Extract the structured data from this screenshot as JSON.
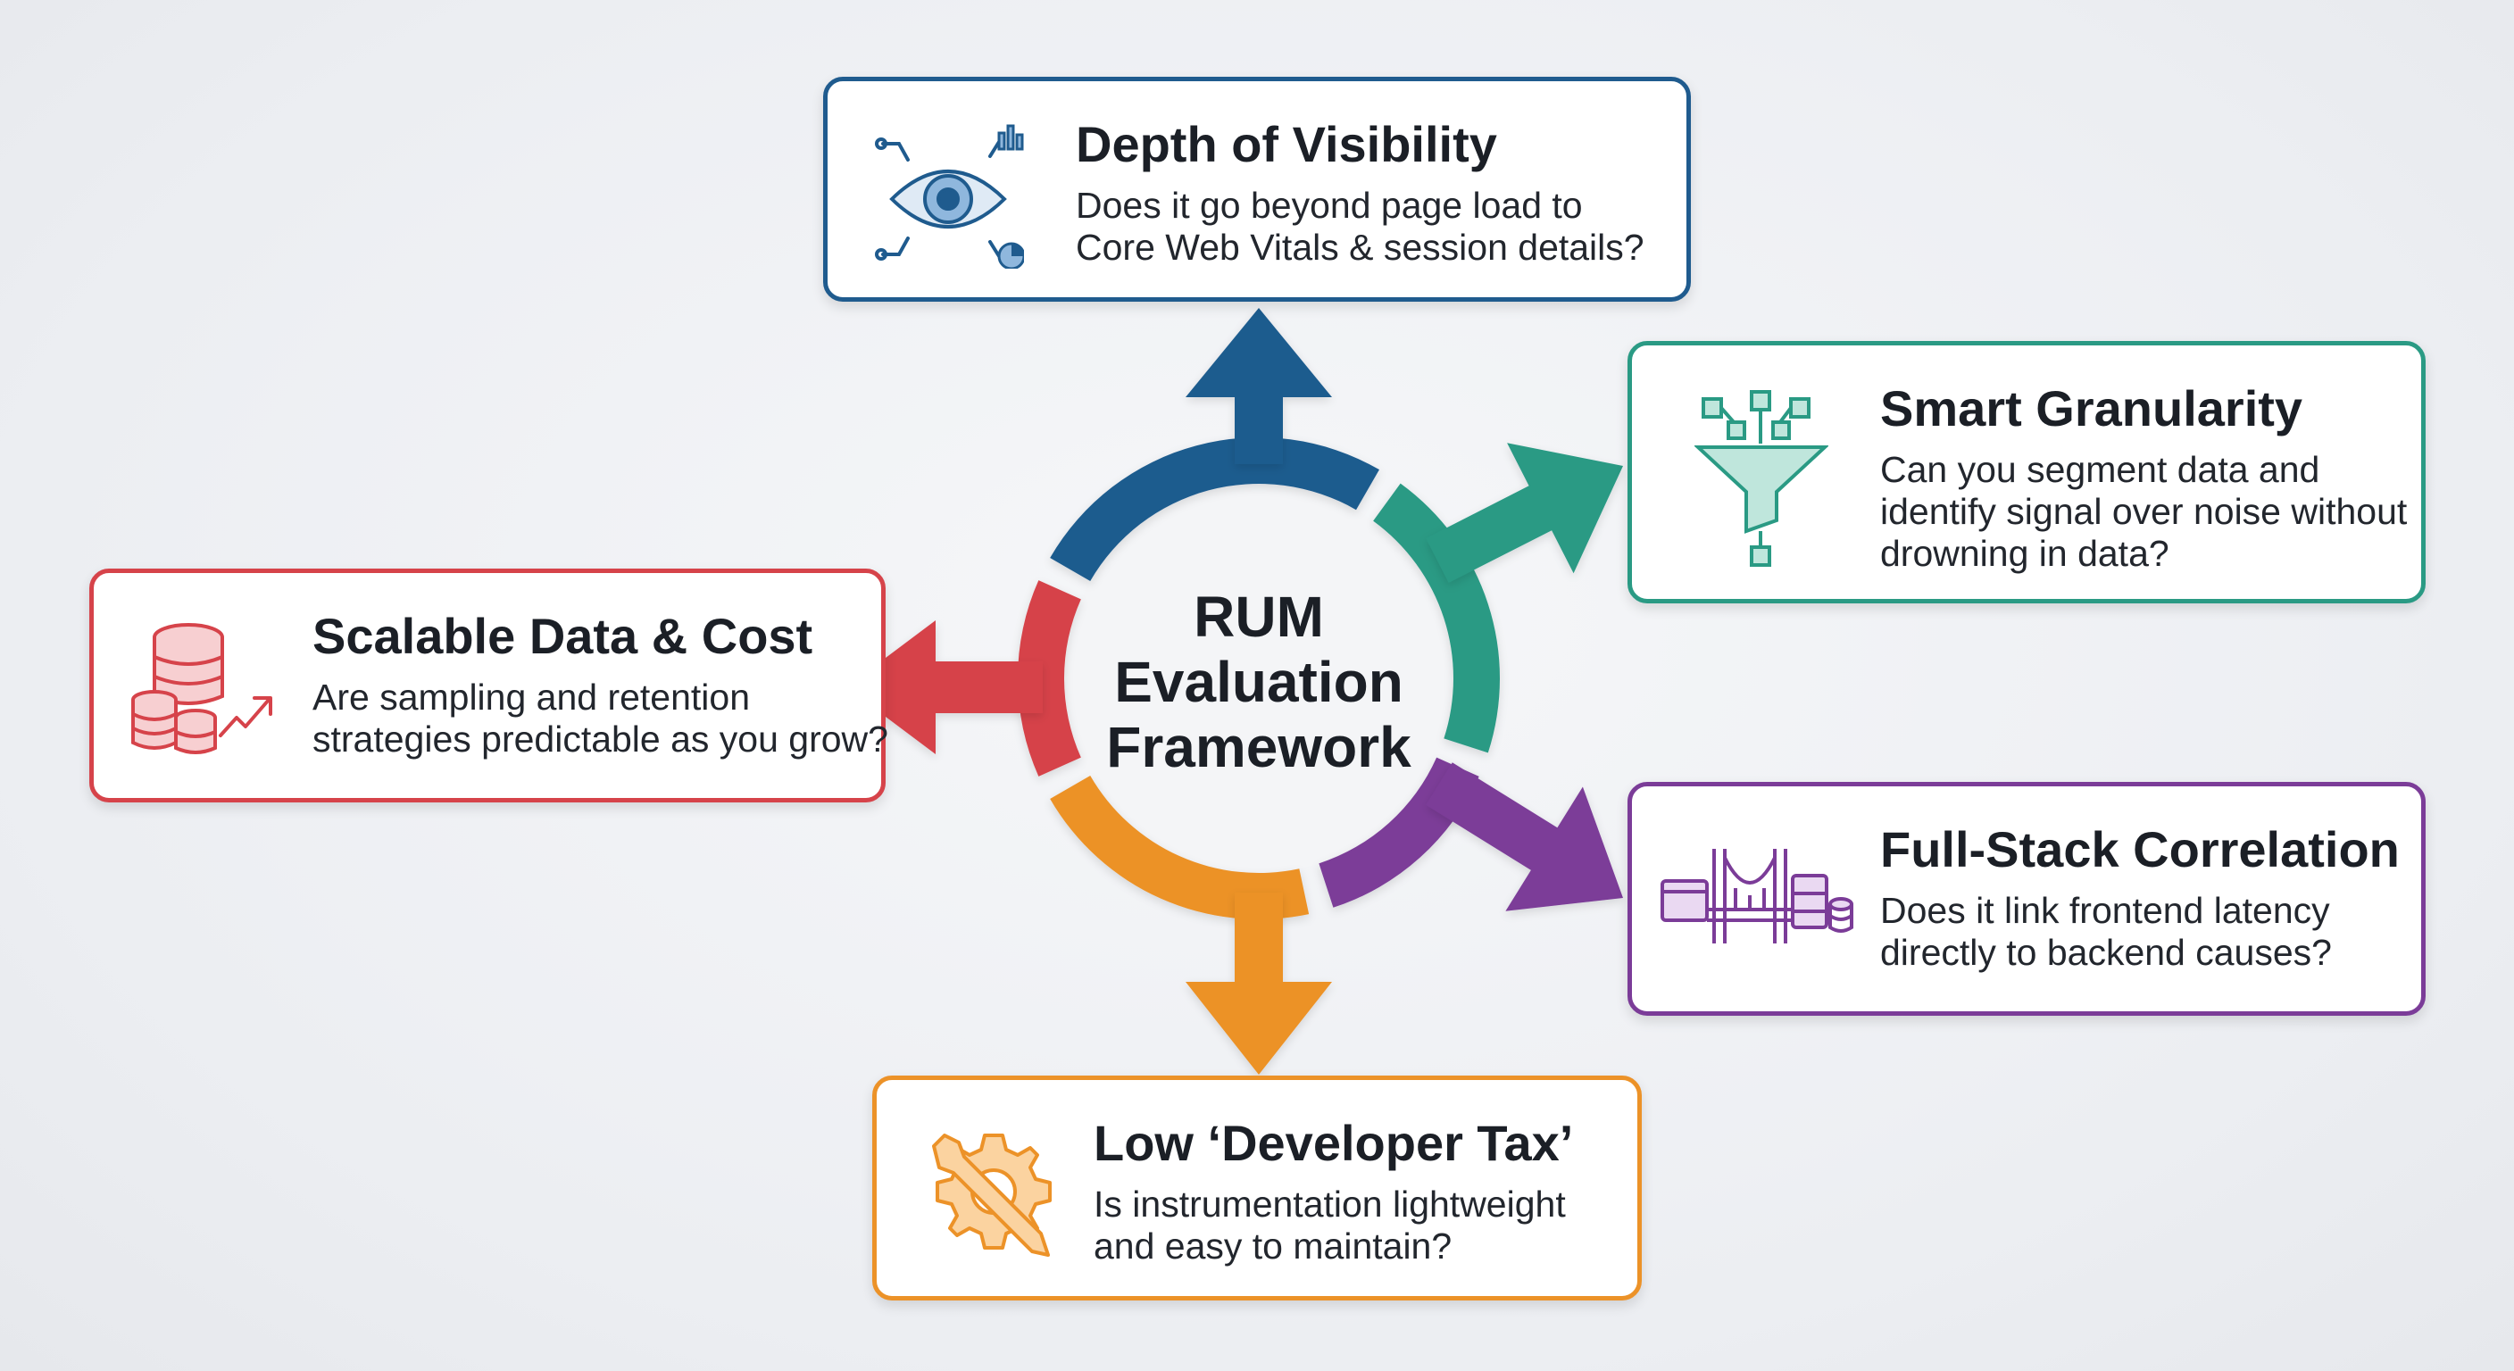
{
  "center": {
    "lines": [
      "RUM",
      "Evaluation",
      "Framework"
    ]
  },
  "colors": {
    "blue": "#1f5b8e",
    "teal": "#2a9a84",
    "purple": "#7b3c98",
    "orange": "#ec9228",
    "red": "#d6434a"
  },
  "cards": {
    "depth": {
      "title": "Depth of Visibility",
      "lines": [
        "Does it go beyond page load to",
        "Core Web Vitals & session details?"
      ],
      "icon": "eye-analytics-icon"
    },
    "granularity": {
      "title": "Smart Granularity",
      "lines": [
        "Can you segment data and",
        "identify signal over noise without",
        "drowning in data?"
      ],
      "icon": "funnel-filter-icon"
    },
    "correlation": {
      "title": "Full-Stack Correlation",
      "lines": [
        "Does it link frontend latency",
        "directly to backend causes?"
      ],
      "icon": "bridge-stack-icon"
    },
    "devtax": {
      "title": "Low ‘Developer Tax’",
      "lines": [
        "Is instrumentation lightweight",
        "and easy to maintain?"
      ],
      "icon": "wrench-gear-icon"
    },
    "scalable": {
      "title": "Scalable Data & Cost",
      "lines": [
        "Are sampling and retention",
        "strategies predictable as you grow?"
      ],
      "icon": "database-coins-icon"
    }
  }
}
